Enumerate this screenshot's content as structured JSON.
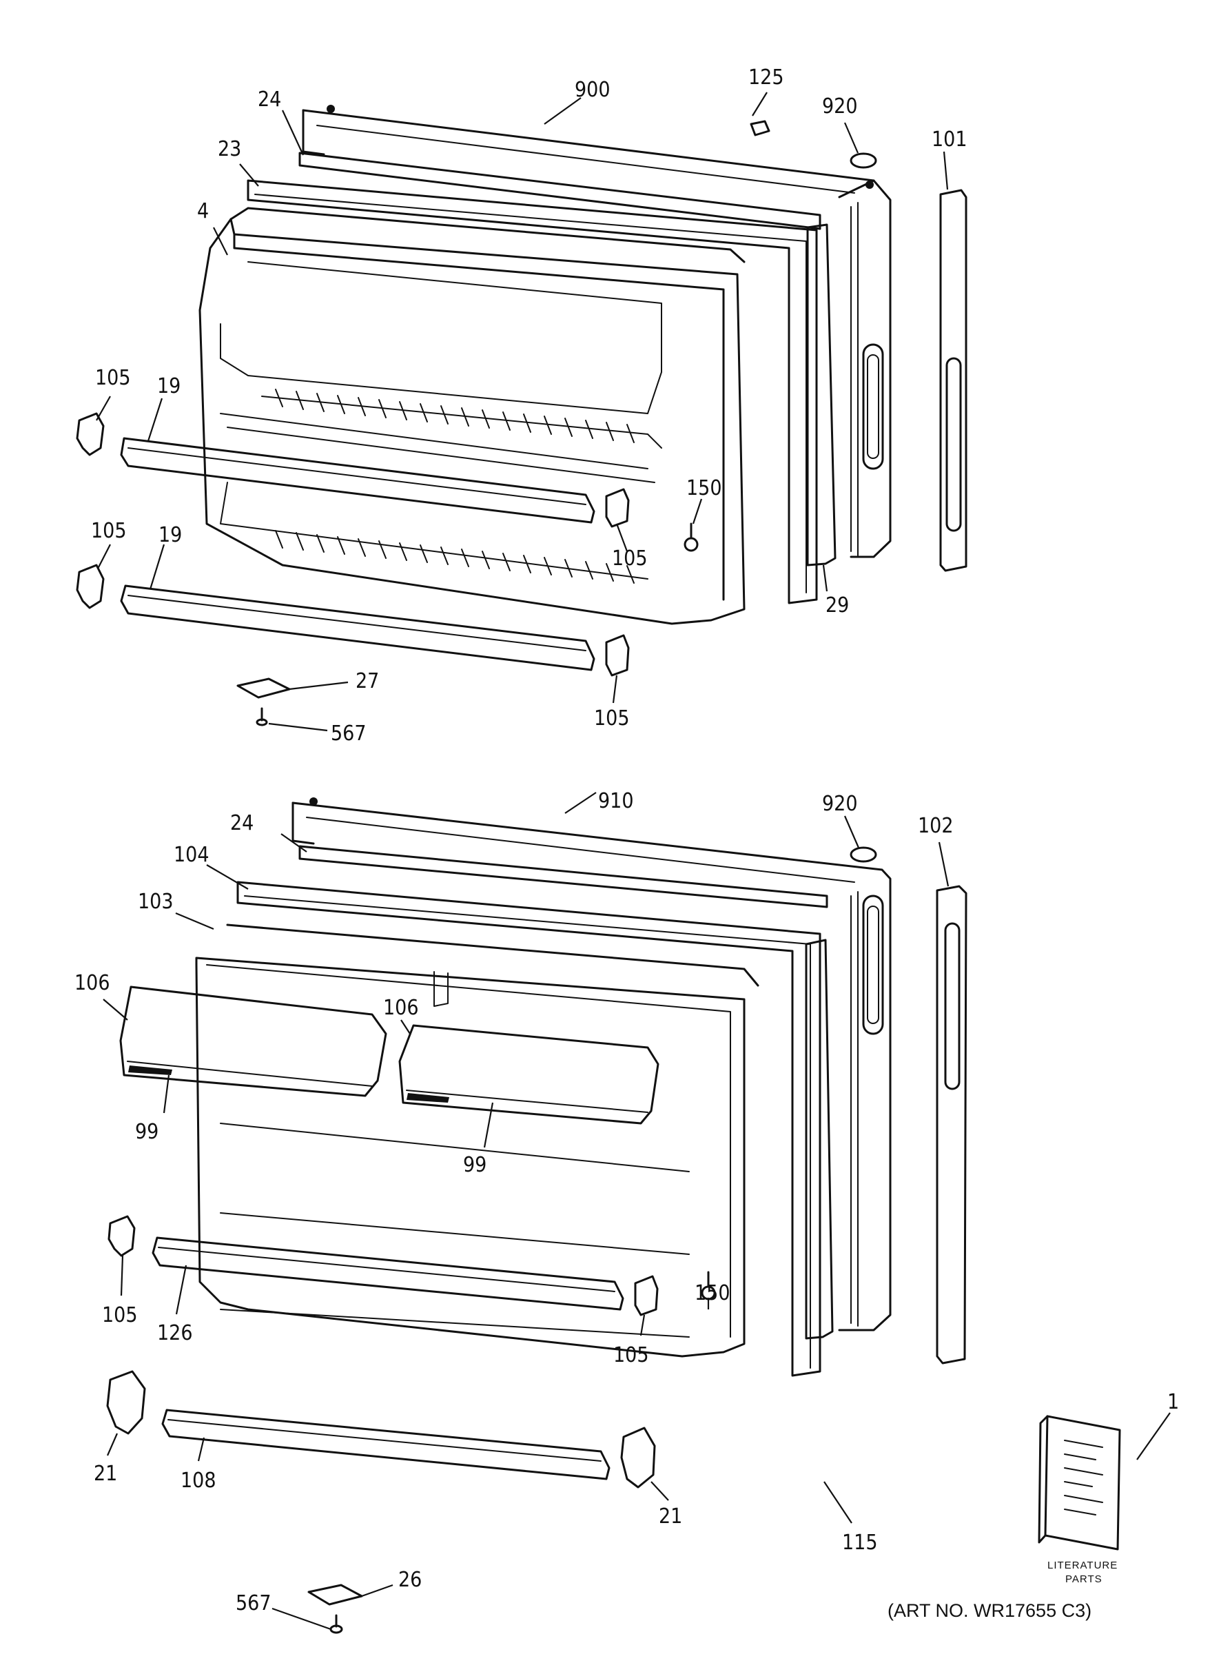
{
  "art_number": "(ART NO. WR17655 C3)",
  "literature_label_line1": "LITERATURE",
  "literature_label_line2": "PARTS",
  "callouts": {
    "c900": "900",
    "c125": "125",
    "c920_top": "920",
    "c101": "101",
    "c24_top": "24",
    "c23": "23",
    "c4": "4",
    "c105_a": "105",
    "c19_a": "19",
    "c105_b": "105",
    "c19_b": "19",
    "c150_top": "150",
    "c105_c": "105",
    "c29": "29",
    "c105_d": "105",
    "c27": "27",
    "c567_top": "567",
    "c910": "910",
    "c920_bot": "920",
    "c102": "102",
    "c24_bot": "24",
    "c104": "104",
    "c103": "103",
    "c106_a": "106",
    "c106_b": "106",
    "c99_a": "99",
    "c99_b": "99",
    "c105_e": "105",
    "c126": "126",
    "c150_bot": "150",
    "c105_f": "105",
    "c21_a": "21",
    "c108": "108",
    "c21_b": "21",
    "c1": "1",
    "c26": "26",
    "c567_bot": "567",
    "c115": "115"
  }
}
